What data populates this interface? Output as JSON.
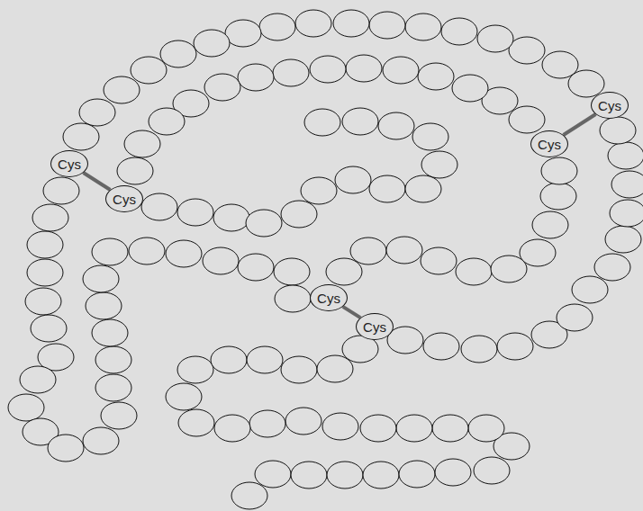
{
  "diagram": {
    "nodes": [
      {
        "text": [
          "Cys"
        ]
      },
      {
        "text": [
          "Cys"
        ]
      },
      {
        "text": [
          "Cys"
        ]
      },
      {
        "text": [
          "Cys"
        ]
      },
      {
        "text": [
          "Cys"
        ]
      },
      {
        "text": [
          "Cys"
        ]
      }
    ],
    "edges": [
      {
        "from": 0,
        "to": 1,
        "arrow": "none"
      },
      {
        "from": 2,
        "to": 3,
        "arrow": "none"
      },
      {
        "from": 4,
        "to": 5,
        "arrow": "none"
      }
    ]
  }
}
